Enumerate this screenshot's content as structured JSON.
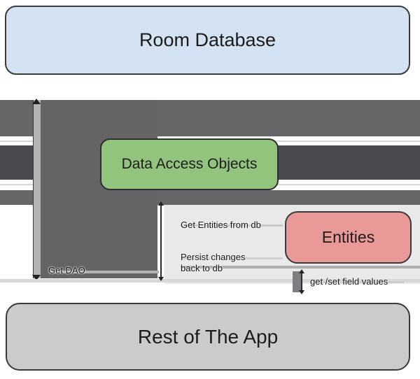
{
  "boxes": {
    "room": {
      "label": "Room Database"
    },
    "dao": {
      "label": "Data Access Objects"
    },
    "entities": {
      "label": "Entities"
    },
    "rest": {
      "label": "Rest of The App"
    }
  },
  "annotations": {
    "get_dao": "Get DAO",
    "get_entities": "Get Entities from db",
    "persist_line1": "Persist changes",
    "persist_line2": "back to db",
    "get_set": "get /set field values"
  },
  "colors": {
    "room_fill": "#d3e3f3",
    "dao_fill": "#93c47d",
    "entities_fill": "#ea9999",
    "rest_fill": "#cbcbcb",
    "thick_arrow_gray": "#666669",
    "thick_arrow_dark_gray": "#4b4a4f",
    "thin_arrow_highlight": "#b4b4b4",
    "panel_gray": "#e9e9e9",
    "box_border": "#3a3a3a"
  }
}
